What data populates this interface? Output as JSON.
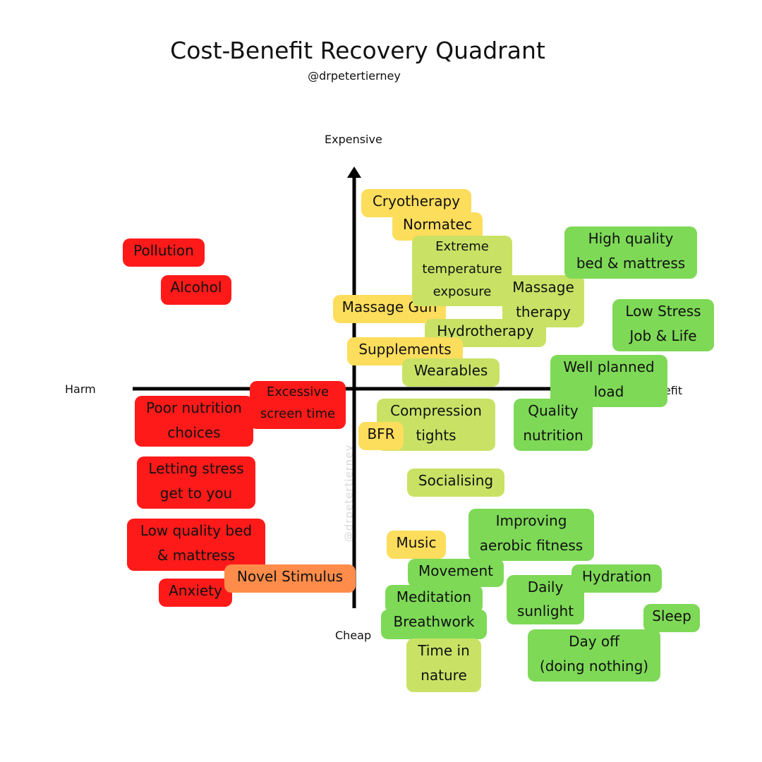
{
  "title": "Cost-Benefit Recovery Quadrant",
  "subtitle": "@drpetertierney",
  "watermark": "@drpetertierney",
  "axes": {
    "top": "Expensive",
    "bottom": "Cheap",
    "left": "Harm",
    "right": "Benefit"
  },
  "colors": {
    "red": "#ff1a1a",
    "orange": "#ff8c4a",
    "yellow": "#fddd5c",
    "light_green": "#c9e265",
    "green": "#7ed957"
  },
  "items": {
    "pollution": [
      "Pollution"
    ],
    "alcohol": [
      "Alcohol"
    ],
    "poor_nutrition": [
      "Poor nutrition",
      "choices"
    ],
    "excessive_screen": [
      "Excessive",
      "screen time"
    ],
    "stress": [
      "Letting stress",
      "get to you"
    ],
    "low_quality_bed": [
      "Low quality bed",
      "& mattress"
    ],
    "novel_stimulus": [
      "Novel Stimulus"
    ],
    "anxiety": [
      "Anxiety"
    ],
    "cryotherapy": [
      "Cryotherapy"
    ],
    "normatec": [
      "Normatec"
    ],
    "extreme_temp": [
      "Extreme",
      "temperature",
      "exposure"
    ],
    "massage_gun": [
      "Massage Gun"
    ],
    "massage_therapy": [
      "Massage",
      "therapy"
    ],
    "hydrotherapy": [
      "Hydrotherapy"
    ],
    "supplements": [
      "Supplements"
    ],
    "wearables": [
      "Wearables"
    ],
    "high_quality_bed": [
      "High quality",
      "bed & mattress"
    ],
    "low_stress": [
      "Low Stress",
      "Job & Life"
    ],
    "well_planned_load": [
      "Well planned",
      "load"
    ],
    "quality_nutrition": [
      "Quality",
      "nutrition"
    ],
    "compression": [
      "Compression",
      "tights"
    ],
    "bfr": [
      "BFR"
    ],
    "socialising": [
      "Socialising"
    ],
    "improving_aerobic": [
      "Improving",
      "aerobic fitness"
    ],
    "music": [
      "Music"
    ],
    "movement": [
      "Movement"
    ],
    "hydration": [
      "Hydration"
    ],
    "daily_sunlight": [
      "Daily",
      "sunlight"
    ],
    "meditation": [
      "Meditation"
    ],
    "breathwork": [
      "Breathwork"
    ],
    "sleep": [
      "Sleep"
    ],
    "day_off": [
      "Day off",
      "(doing nothing)"
    ],
    "time_in_nature": [
      "Time in",
      "nature"
    ]
  }
}
